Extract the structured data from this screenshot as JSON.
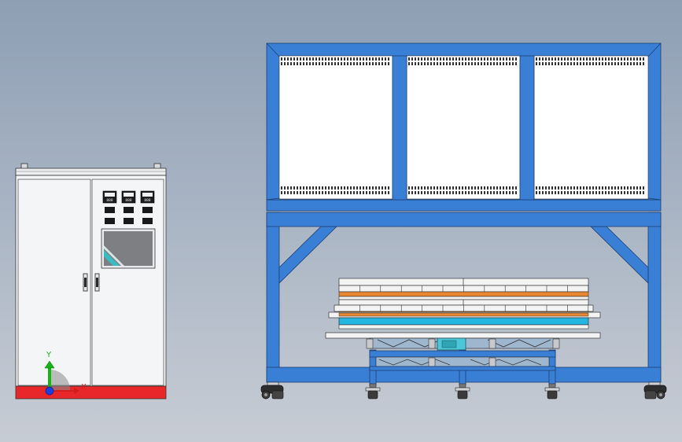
{
  "viewport": {
    "background_top": "#8e9fb4",
    "background_bottom": "#c7ccd4"
  },
  "cabinet": {
    "body_color": "#f4f5f7",
    "base_color": "#e8272a",
    "screen_color": "#7d7f82",
    "gauges": [
      "888",
      "888",
      "888"
    ],
    "button_rows": 2,
    "buttons_per_row": 3
  },
  "furnace": {
    "frame_color": "#3a7fd6",
    "panel_color": "#ffffff",
    "vent_color": "#333333",
    "chamber_panels": 3,
    "tray_stripe_colors": [
      "#e8872f",
      "#e8872f",
      "#23b6e0"
    ],
    "casters": 3,
    "wheels": 2
  },
  "triad": {
    "y_label": "Y",
    "x_label": "X",
    "y_color": "#16b516",
    "x_color": "#d11d1d",
    "z_color": "#1b3fe0"
  },
  "colors": {
    "outline": "#222222",
    "tray_face": "#f3f3f3",
    "undercarriage": "#9fb6cf"
  }
}
